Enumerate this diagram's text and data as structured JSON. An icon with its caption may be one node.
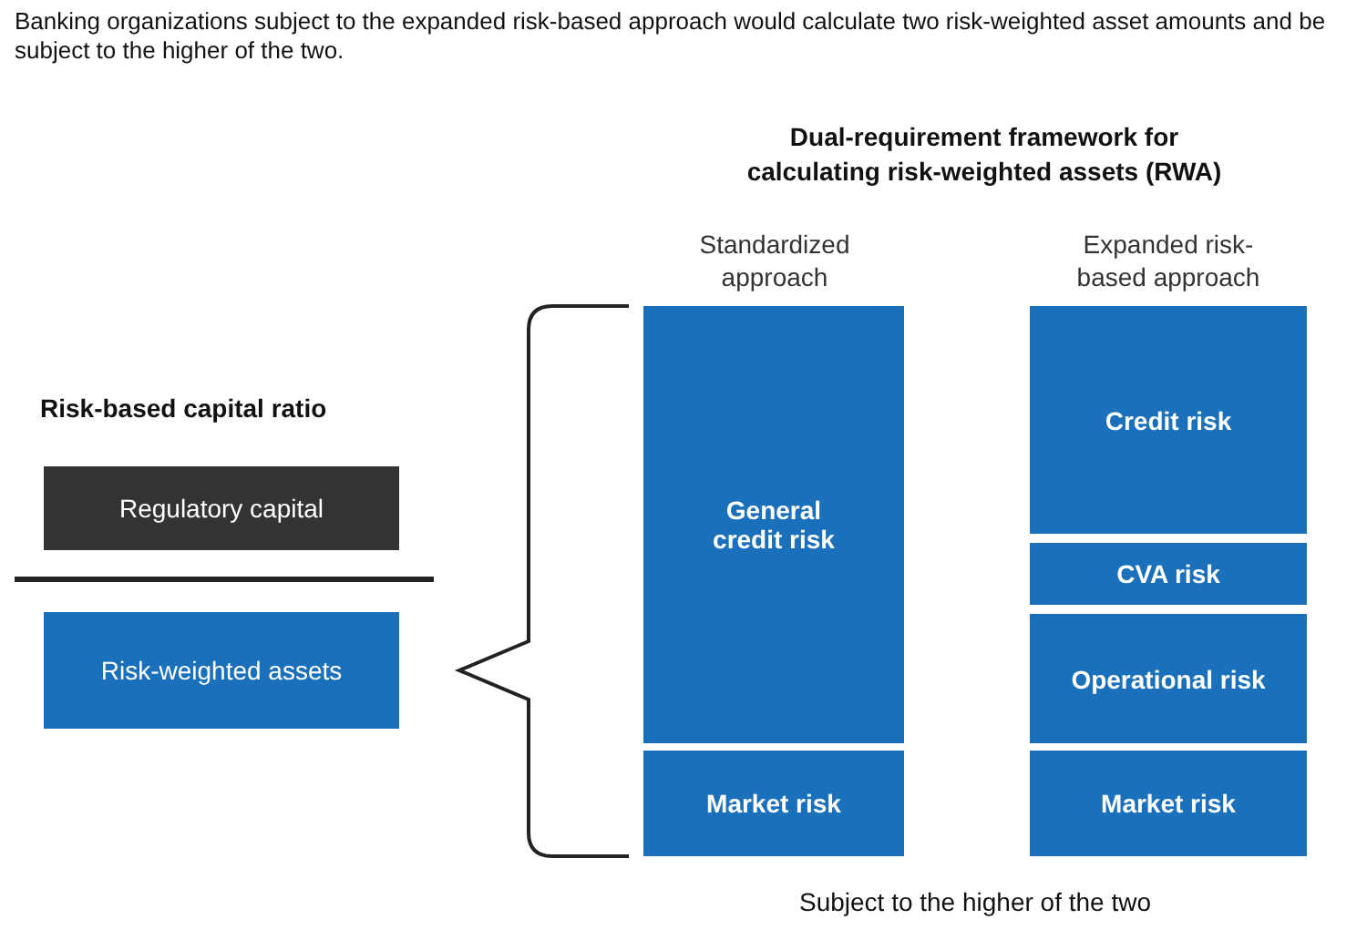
{
  "diagram": {
    "title": "Banking organizations subject to the expanded risk-based approach would calculate two risk-weighted asset amounts and be subject to the higher of the two.",
    "nodes": [
      {
        "text": [
          "Regulatory capital"
        ]
      },
      {
        "text": [
          "Risk-weighted assets"
        ]
      },
      {
        "text": [
          "General credit risk"
        ]
      },
      {
        "text": [
          "Market risk"
        ]
      },
      {
        "text": [
          "Credit risk"
        ]
      },
      {
        "text": [
          "CVA risk"
        ]
      },
      {
        "text": [
          "Operational risk"
        ]
      },
      {
        "text": [
          "Market risk"
        ]
      }
    ],
    "labels": [
      "Risk-based capital ratio",
      "Dual-requirement framework for calculating risk-weighted assets (RWA)",
      "Standardized approach",
      "Expanded risk-based approach",
      "Subject to the higher of the two"
    ]
  }
}
